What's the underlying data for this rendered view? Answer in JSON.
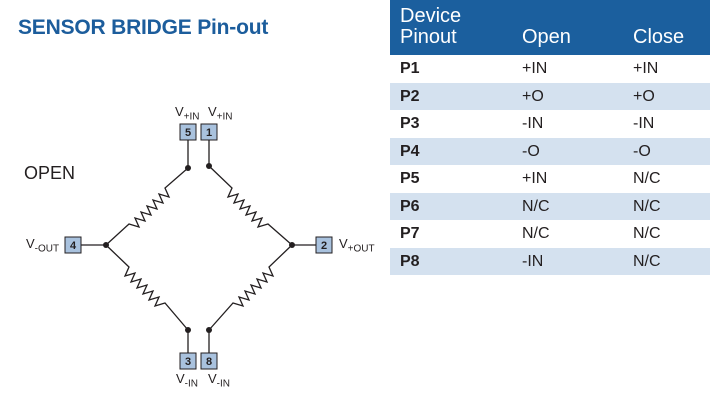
{
  "title": "SENSOR BRIDGE Pin-out",
  "state_label": "OPEN",
  "colors": {
    "accent": "#1b5f9e",
    "row_alt": "#d4e1ef",
    "pin_box": "#a9c2de"
  },
  "table": {
    "header": {
      "col0_line1": "Device",
      "col0_line2": "Pinout",
      "col1": "Open",
      "col2": "Close"
    },
    "rows": [
      {
        "pin": "P1",
        "open": "+IN",
        "close": "+IN"
      },
      {
        "pin": "P2",
        "open": "+O",
        "close": "+O"
      },
      {
        "pin": "P3",
        "open": "-IN",
        "close": "-IN"
      },
      {
        "pin": "P4",
        "open": "-O",
        "close": "-O"
      },
      {
        "pin": "P5",
        "open": "+IN",
        "close": "N/C"
      },
      {
        "pin": "P6",
        "open": "N/C",
        "close": "N/C"
      },
      {
        "pin": "P7",
        "open": "N/C",
        "close": "N/C"
      },
      {
        "pin": "P8",
        "open": "-IN",
        "close": "N/C"
      }
    ]
  },
  "bridge": {
    "pins": {
      "p1": "1",
      "p2": "2",
      "p3": "3",
      "p4": "4",
      "p5": "5",
      "p8": "8"
    },
    "labels": {
      "v": "V",
      "in_plus": "+IN",
      "in_minus": "-IN",
      "out_plus": "+OUT",
      "out_minus": "-OUT"
    }
  }
}
